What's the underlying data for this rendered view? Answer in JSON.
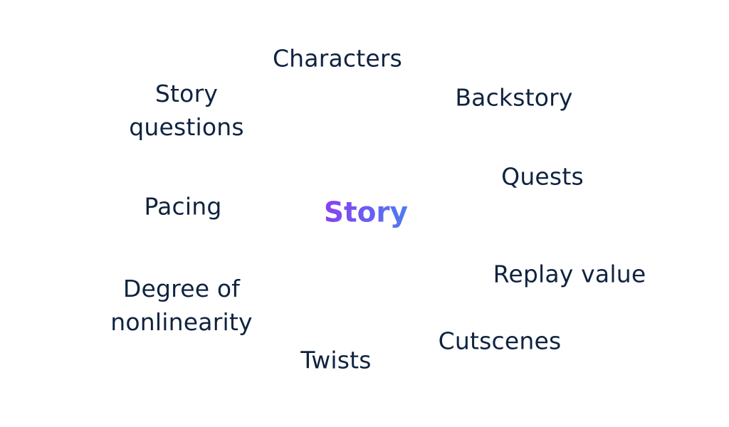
{
  "center_label": "Story",
  "terms": {
    "characters": "Characters",
    "backstory": "Backstory",
    "story_questions_line1": "Story",
    "story_questions_line2": "questions",
    "quests": "Quests",
    "pacing": "Pacing",
    "replay_value": "Replay value",
    "degree_line1": "Degree of",
    "degree_line2": "nonlinearity",
    "cutscenes": "Cutscenes",
    "twists": "Twists"
  },
  "colors": {
    "text": "#0f2340",
    "center_gradient_start": "#8a3ff0",
    "center_gradient_end": "#4f7cf0"
  }
}
